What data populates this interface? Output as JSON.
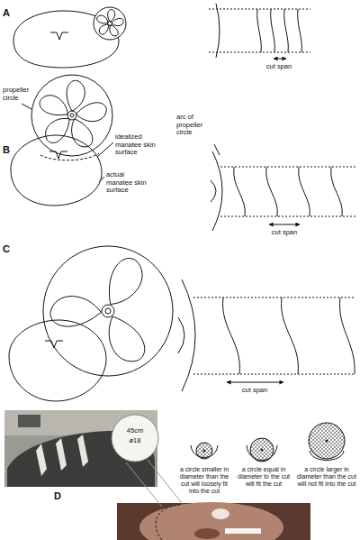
{
  "diagram": {
    "labels": [
      "A",
      "cut span",
      "propeller circle",
      "B",
      "idealized manatee skin surface",
      "actual manatee skin surface",
      "arc of propeller circle",
      "cut span",
      "C",
      "cut span",
      "D",
      "a circle smaller in diameter than the cut will loosely fit into the cut",
      "a circle equal in diameter to the cut will fit the cut",
      "a circle larger in diameter than the cut will not fit into the cut",
      "45cm",
      "ø18"
    ]
  }
}
